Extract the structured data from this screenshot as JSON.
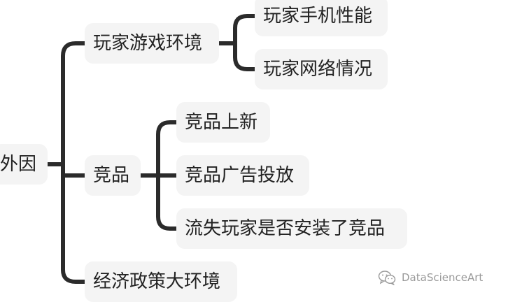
{
  "mindmap": {
    "root": "外因",
    "branches": [
      {
        "label": "玩家游戏环境",
        "children": [
          "玩家手机性能",
          "玩家网络情况"
        ]
      },
      {
        "label": "竞品",
        "children": [
          "竞品上新",
          "竞品广告投放",
          "流失玩家是否安装了竞品"
        ]
      },
      {
        "label": "经济政策大环境",
        "children": []
      }
    ],
    "line_color": "#2b2b2b",
    "node_background": "#f4f4f4"
  },
  "watermark": {
    "text": "DataScienceArt",
    "icon": "wechat-icon"
  }
}
